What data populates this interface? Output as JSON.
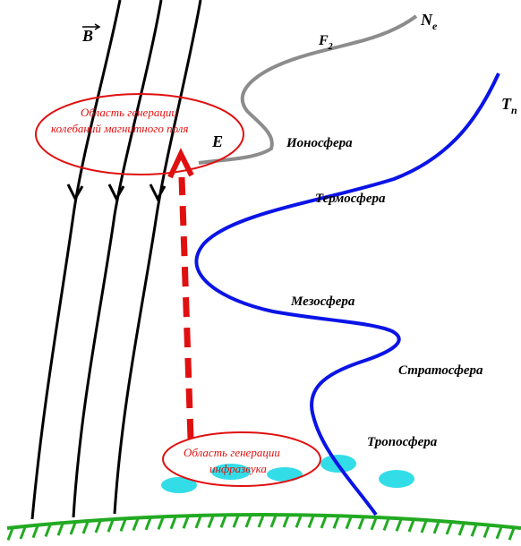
{
  "labels": {
    "b_vector": "B",
    "f2": "F",
    "f2_sub": "2",
    "ne": "N",
    "ne_sub": "e",
    "tn": "T",
    "tn_sub": "n",
    "e": "E"
  },
  "layers": {
    "ionosphere": "Ионосфера",
    "thermosphere": "Термосфера",
    "mesosphere": "Мезосфера",
    "stratosphere": "Стратосфера",
    "troposphere": "Тропосфера"
  },
  "regions": {
    "magnetic": {
      "line1": "Область генерации",
      "line2": "колебаний магнитного поля"
    },
    "infrasound": {
      "line1": "Область генерации",
      "line2": "инфразвука"
    }
  },
  "colors": {
    "field_lines": "#000000",
    "electron_density": "#8c8c8c",
    "temperature": "#0a14e6",
    "region_red": "#e01010",
    "ground": "#22aa22",
    "clouds": "#33dde8"
  }
}
